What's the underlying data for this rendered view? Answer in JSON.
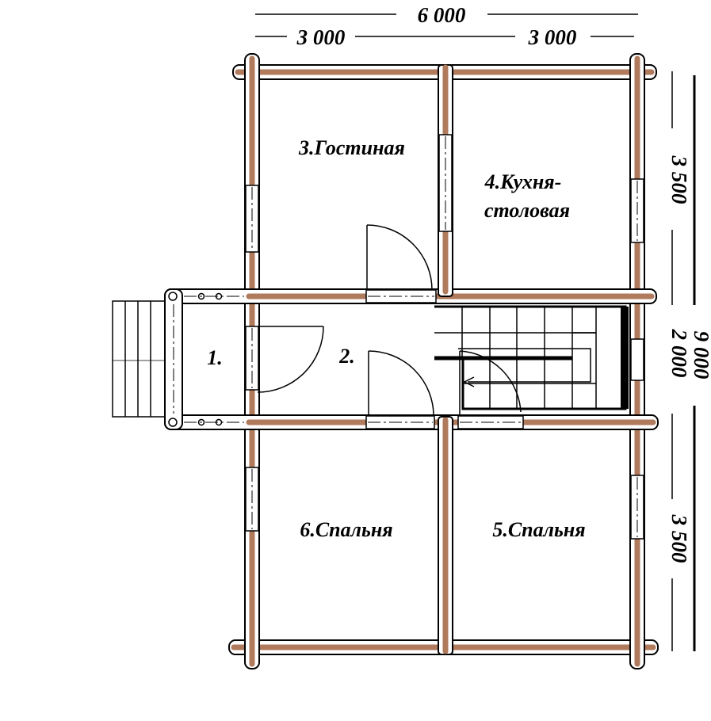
{
  "dimensions": {
    "top_total": "6 000",
    "top_left": "3 000",
    "top_right": "3 000",
    "right_top": "3 500",
    "right_middle": "2 000",
    "right_bottom": "3 500",
    "right_total": "9 000"
  },
  "rooms": [
    {
      "id": "porch",
      "label": "1."
    },
    {
      "id": "hall",
      "label": "2."
    },
    {
      "id": "living",
      "label": "3.Гостиная"
    },
    {
      "id": "kitchen",
      "label_line1": "4.Кухня-",
      "label_line2": "столовая"
    },
    {
      "id": "bedroom5",
      "label": "5.Спальня"
    },
    {
      "id": "bedroom6",
      "label": "6.Спальня"
    }
  ],
  "colors": {
    "log": "#b07a5c",
    "line": "#000000",
    "background": "#ffffff"
  }
}
